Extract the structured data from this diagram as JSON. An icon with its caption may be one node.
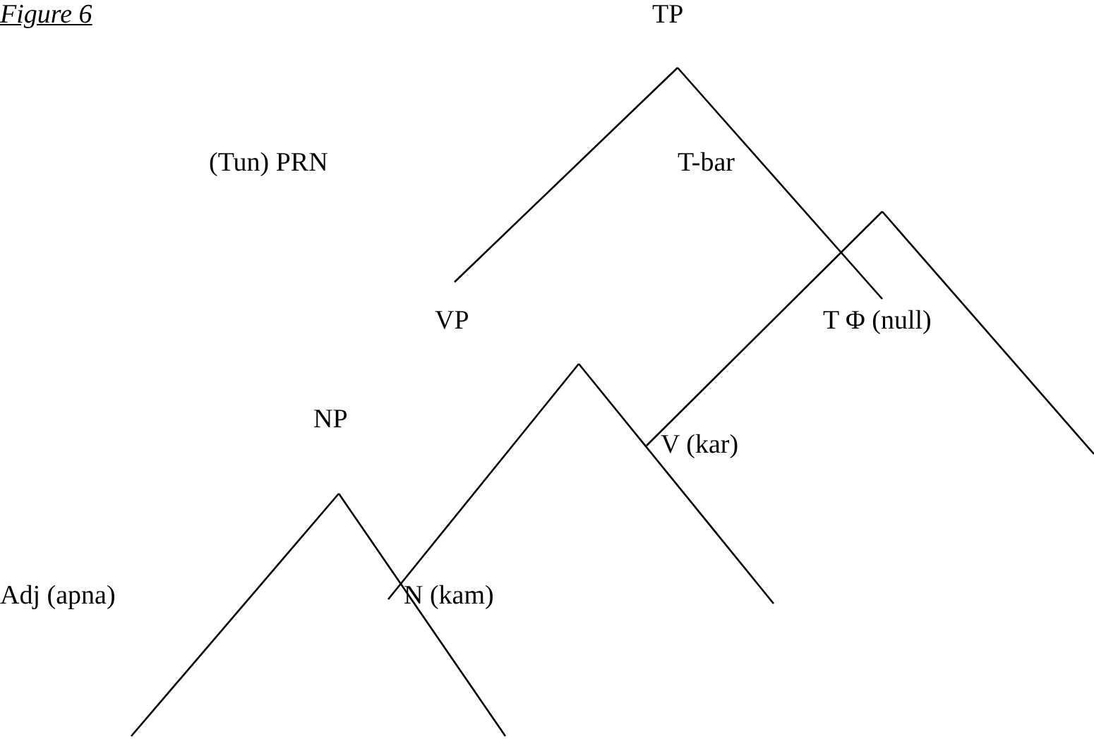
{
  "diagram": {
    "title": "Figure 6",
    "nodes": [
      {
        "text": [
          "TP"
        ]
      },
      {
        "text": [
          "(Tun) PRN"
        ]
      },
      {
        "text": [
          "T-bar"
        ]
      },
      {
        "text": [
          "VP"
        ]
      },
      {
        "text": [
          "T Φ (null)"
        ]
      },
      {
        "text": [
          "NP"
        ]
      },
      {
        "text": [
          "V (kar)"
        ]
      },
      {
        "text": [
          "Adj (apna)"
        ]
      },
      {
        "text": [
          "N (kam)"
        ]
      }
    ],
    "edges": [
      {
        "from": 0,
        "to": 3,
        "arrow": "none"
      },
      {
        "from": 0,
        "to": 4,
        "arrow": "none"
      },
      {
        "from": null,
        "to": 6,
        "arrow": "none"
      },
      {
        "from": null,
        "to": 8,
        "arrow": "none"
      },
      {
        "from": 5,
        "to": null,
        "arrow": "none"
      },
      {
        "from": 5,
        "to": null,
        "arrow": "none"
      }
    ]
  }
}
